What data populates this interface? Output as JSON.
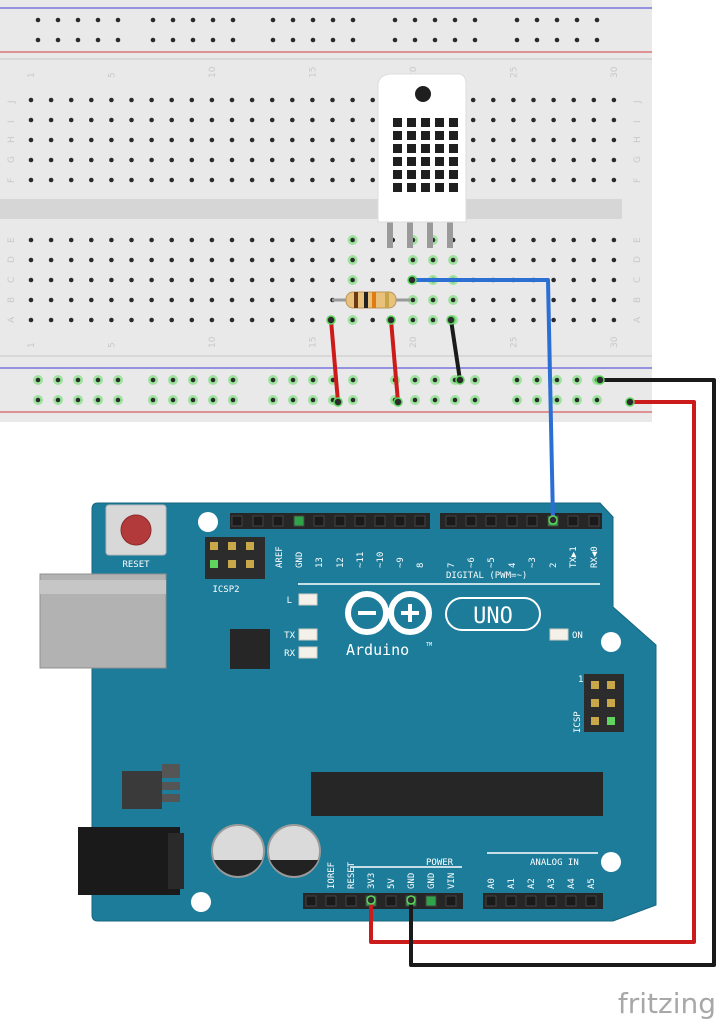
{
  "breadboard": {
    "column_numbers": [
      "1",
      "5",
      "10",
      "15",
      "20",
      "25",
      "30"
    ],
    "row_letters_top": [
      "J",
      "I",
      "H",
      "G",
      "F"
    ],
    "row_letters_bottom": [
      "E",
      "D",
      "C",
      "B",
      "A"
    ]
  },
  "arduino": {
    "reset_label": "RESET",
    "icsp2_label": "ICSP2",
    "icsp_label": "ICSP",
    "icsp_pin1": "1",
    "led_l": "L",
    "led_tx": "TX",
    "led_rx": "RX",
    "led_on": "ON",
    "logo_uno": "UNO",
    "logo_arduino": "Arduino",
    "logo_tm": "TM",
    "digital_label": "DIGITAL (PWM=~)",
    "digital_pins": [
      "AREF",
      "GND",
      "13",
      "12",
      "~11",
      "~10",
      "~9",
      "8",
      "7",
      "~6",
      "~5",
      "4",
      "~3",
      "2",
      "TX▶1",
      "RX◀0"
    ],
    "power_label": "POWER",
    "power_pins": [
      "IOREF",
      "RESET",
      "3V3",
      "5V",
      "GND",
      "GND",
      "VIN"
    ],
    "analog_label": "ANALOG IN",
    "analog_pins": [
      "A0",
      "A1",
      "A2",
      "A3",
      "A4",
      "A5"
    ]
  },
  "colors": {
    "board_teal": "#1c7c9a",
    "wire_red": "#cc1b1b",
    "wire_black": "#1a1a1a",
    "wire_blue": "#2c6fd4",
    "breadboard": "#e8e8e8"
  },
  "watermark": "fritzing"
}
